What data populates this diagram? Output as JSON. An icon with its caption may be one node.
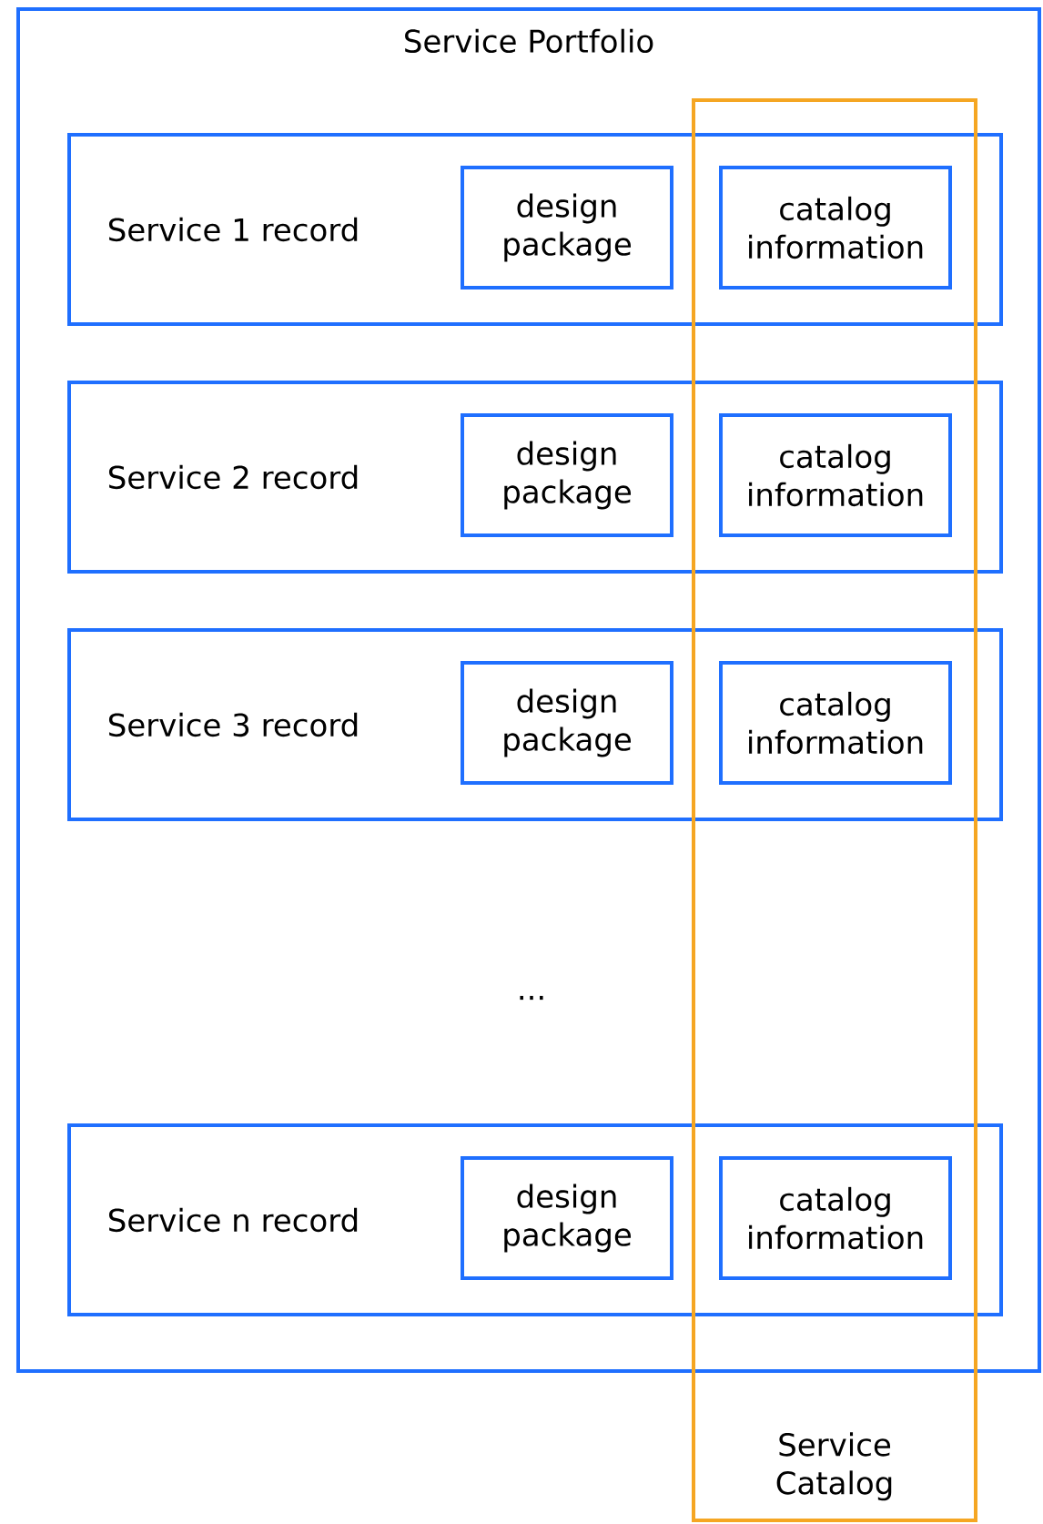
{
  "diagram": {
    "nodes": [
      {
        "text": [
          "Service Portfolio"
        ]
      },
      {
        "text": [
          "Service 1 record"
        ],
        "in": 0
      },
      {
        "text": [
          "design package"
        ],
        "in": 1
      },
      {
        "text": [
          "catalog information"
        ]
      },
      {
        "text": [
          "Service 2 record"
        ],
        "in": 0
      },
      {
        "text": [
          "design package"
        ],
        "in": 4
      },
      {
        "text": [
          "catalog information"
        ]
      },
      {
        "text": [
          "Service 3 record"
        ],
        "in": 0
      },
      {
        "text": [
          "design package"
        ],
        "in": 7
      },
      {
        "text": [
          "catalog information"
        ]
      },
      {
        "text": [
          "Service n record"
        ],
        "in": 0
      },
      {
        "text": [
          "design package"
        ],
        "in": 10
      },
      {
        "text": [
          "catalog information"
        ]
      },
      {
        "text": [
          "Service Catalog"
        ]
      }
    ],
    "labels": [
      "..."
    ]
  }
}
